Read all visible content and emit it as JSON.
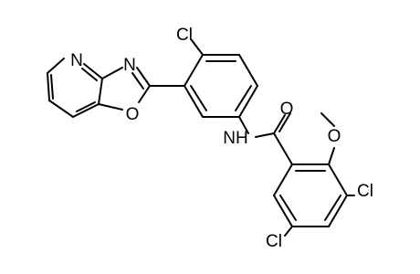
{
  "molecule": {
    "labels": {
      "cl_top": "Cl",
      "n_oxazole": "N",
      "n_pyridine": "N",
      "o_oxazole": "O",
      "nh": "NH",
      "o_carbonyl": "O",
      "o_methoxy": "O",
      "cl_ring_3": "Cl",
      "cl_ring_5": "Cl"
    }
  }
}
